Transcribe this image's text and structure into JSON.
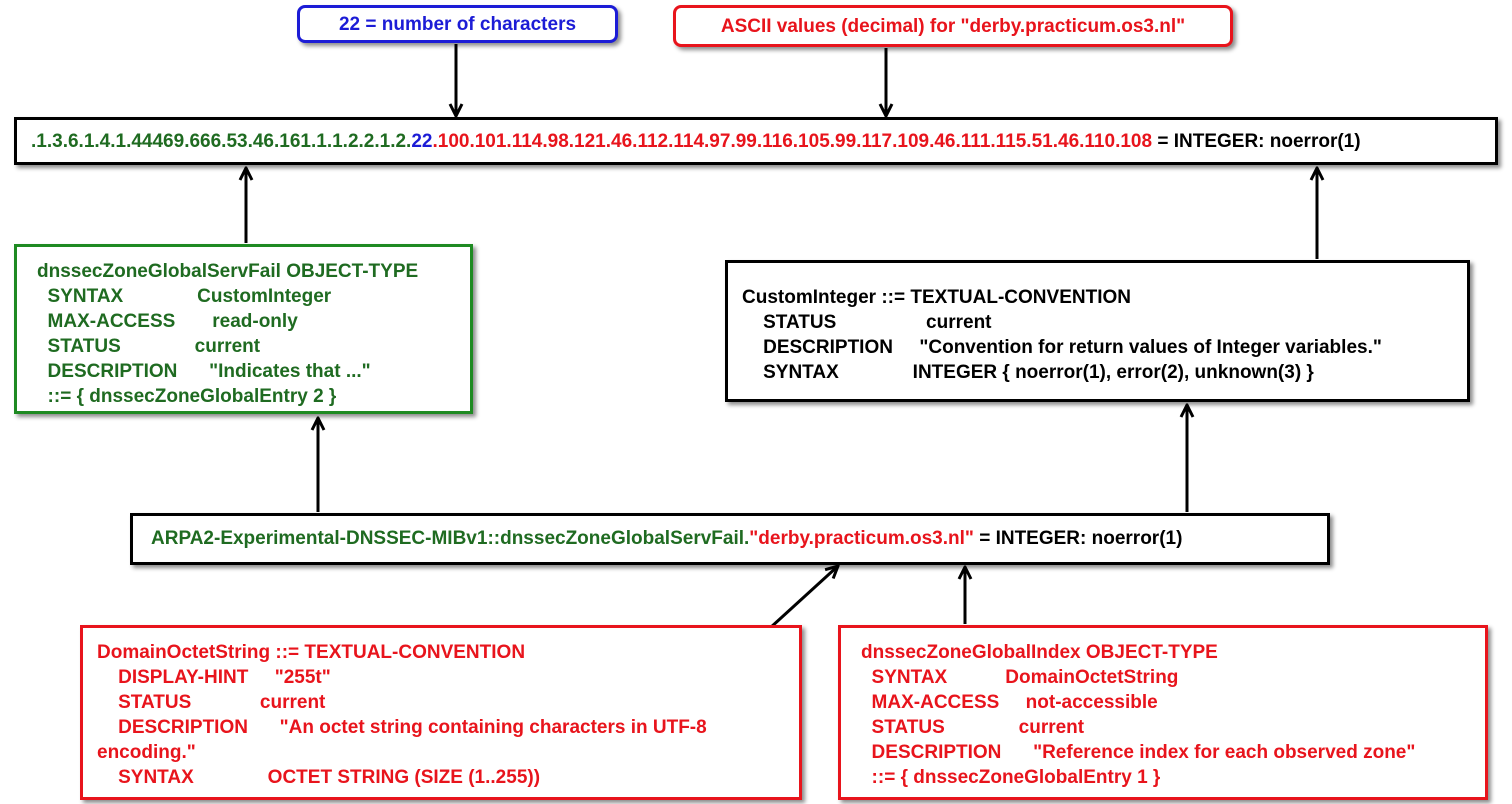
{
  "labels": {
    "chars": "22 = number of characters",
    "ascii": "ASCII values (decimal) for \"derby.practicum.os3.nl\""
  },
  "oid": {
    "prefix": ".1.3.6.1.4.1.44469.666.53.46.161.1.1.2.2.1.2.",
    "length": "22",
    "ascii": ".100.101.114.98.121.46.112.114.97.99.116.105.99.117.109.46.111.115.51.46.110.108",
    "value": " = INTEGER: noerror(1)"
  },
  "servfail": {
    "lines": [
      "dnssecZoneGlobalServFail OBJECT-TYPE",
      "  SYNTAX              CustomInteger",
      "  MAX-ACCESS       read-only",
      "  STATUS              current",
      "  DESCRIPTION      \"Indicates that ...\"",
      "  ::= { dnssecZoneGlobalEntry 2 }"
    ]
  },
  "custom_integer": {
    "lines": [
      "CustomInteger ::= TEXTUAL-CONVENTION",
      "    STATUS                 current",
      "    DESCRIPTION     \"Convention for return values of Integer variables.\"",
      "    SYNTAX              INTEGER { noerror(1), error(2), unknown(3) }"
    ]
  },
  "named": {
    "prefix": "ARPA2-Experimental-DNSSEC-MIBv1::dnssecZoneGlobalServFail.",
    "index": "\"derby.practicum.os3.nl\"",
    "value": " = INTEGER: noerror(1)"
  },
  "domain_octet": {
    "lines": [
      "DomainOctetString ::= TEXTUAL-CONVENTION",
      "    DISPLAY-HINT     \"255t\"",
      "    STATUS             current",
      "    DESCRIPTION      \"An octet string containing characters in UTF-8",
      "encoding.\"",
      "    SYNTAX              OCTET STRING (SIZE (1..255))"
    ]
  },
  "global_index": {
    "lines": [
      "dnssecZoneGlobalIndex OBJECT-TYPE",
      "  SYNTAX           DomainOctetString",
      "  MAX-ACCESS     not-accessible",
      "  STATUS              current",
      "  DESCRIPTION      \"Reference index for each observed zone\"",
      "  ::= { dnssecZoneGlobalEntry 1 }"
    ]
  }
}
